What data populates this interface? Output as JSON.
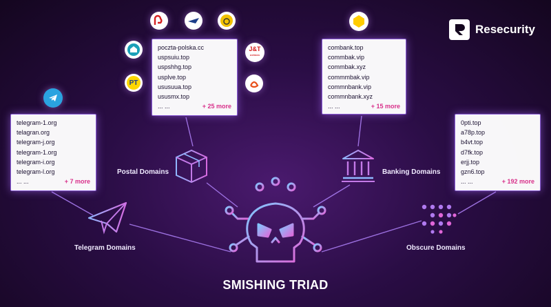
{
  "brand": {
    "name": "Resecurity"
  },
  "title": "SMISHING TRIAD",
  "telegram": {
    "label": "Telegram Domains",
    "items": [
      "telegram-1.org",
      "telagran.org",
      "telegram-j.org",
      "telegram-1.org",
      "telegram-i.org",
      "telegram-l.org"
    ],
    "ellipsis": "... ...",
    "more": "+ 7 more"
  },
  "postal": {
    "label": "Postal Domains",
    "items": [
      "poczta-polska.cc",
      "uspsuiu.top",
      "uspshhg.top",
      "usplve.top",
      "ususuua.top",
      "ususmx.top"
    ],
    "ellipsis": "... ...",
    "more": "+ 25 more",
    "logos": {
      "pt": "PT",
      "jt": "J&T",
      "jt_sub": "EXPRESS"
    }
  },
  "banking": {
    "label": "Banking Domains",
    "items": [
      "combank.top",
      "commbak.vip",
      "commbak.xyz",
      "commmbak.vip",
      "commnbank.vip",
      "commnbank.xyz"
    ],
    "ellipsis": "... ...",
    "more": "+ 15 more"
  },
  "obscure": {
    "label": "Obscure Domains",
    "items": [
      "0pti.top",
      "a78p.top",
      "b4vt.top",
      "d7fk.top",
      "erjj.top",
      "gzn6.top"
    ],
    "ellipsis": "... ...",
    "more": "+ 192 more"
  },
  "colors": {
    "accent_purple": "#8a5cd6",
    "accent_pink": "#d8308a",
    "skull_cyan": "#7fc8ff",
    "skull_pink": "#e066d8"
  }
}
